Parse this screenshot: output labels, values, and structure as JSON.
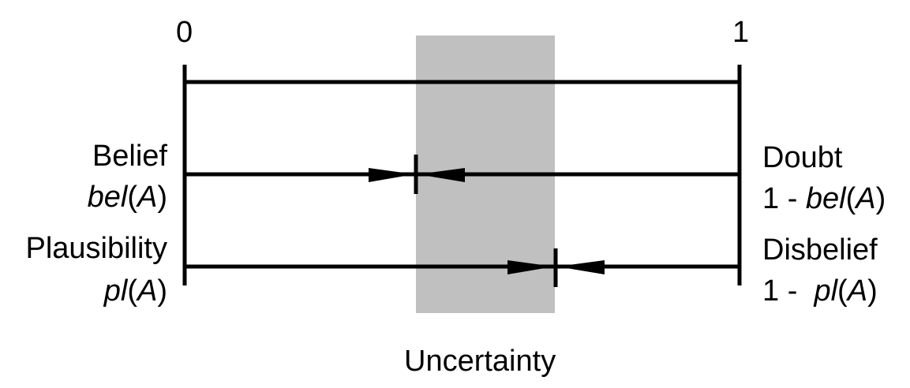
{
  "scale": {
    "min_label": "0",
    "max_label": "1"
  },
  "uncertainty": {
    "label": "Uncertainty",
    "color": "#c0c0c0"
  },
  "belief": {
    "title": "Belief",
    "fn": "bel",
    "arg": "A"
  },
  "doubt": {
    "title": "Doubt",
    "prefix": "1 - ",
    "fn": "bel",
    "arg": "A"
  },
  "plausibility": {
    "title": "Plausibility",
    "fn": "pl",
    "arg": "A"
  },
  "disbelief": {
    "title": "Disbelief",
    "prefix": "1 -  ",
    "fn": "pl",
    "arg": "A"
  },
  "values": {
    "bel": 0.415,
    "pl": 0.665
  }
}
